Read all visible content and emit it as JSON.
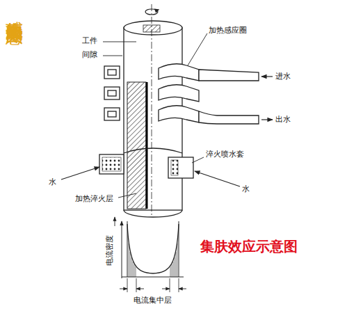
{
  "diagram": {
    "title": "感应加热表面淬火示意图",
    "caption": "集肤效应示意图",
    "labels": [
      "工件",
      "间隙",
      "加热感应圈",
      "进水",
      "出水",
      "淬火喷水套",
      "水",
      "加热淬火层",
      "水",
      "电流密度",
      "电流集中层"
    ]
  }
}
